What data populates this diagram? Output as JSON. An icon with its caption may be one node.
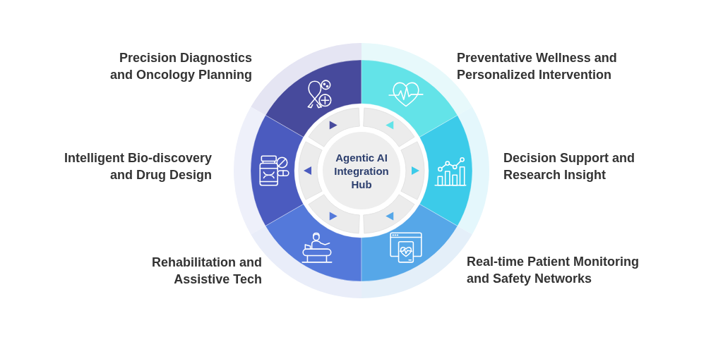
{
  "diagram": {
    "nodes": [
      {
        "text": [
          "Precision Diagnostics and Oncology Planning"
        ]
      },
      {
        "text": [
          "Preventative Wellness and Personalized Intervention"
        ]
      },
      {
        "text": [
          "Intelligent Bio-discovery and Drug Design"
        ]
      },
      {
        "text": [
          "Agentic AI Integration Hub"
        ]
      },
      {
        "text": [
          "Decision Support and Research Insight"
        ]
      },
      {
        "text": [
          "Rehabilitation and Assistive Tech"
        ]
      },
      {
        "text": [
          "Real-time Patient Monitoring and Safety Networks"
        ]
      }
    ]
  }
}
